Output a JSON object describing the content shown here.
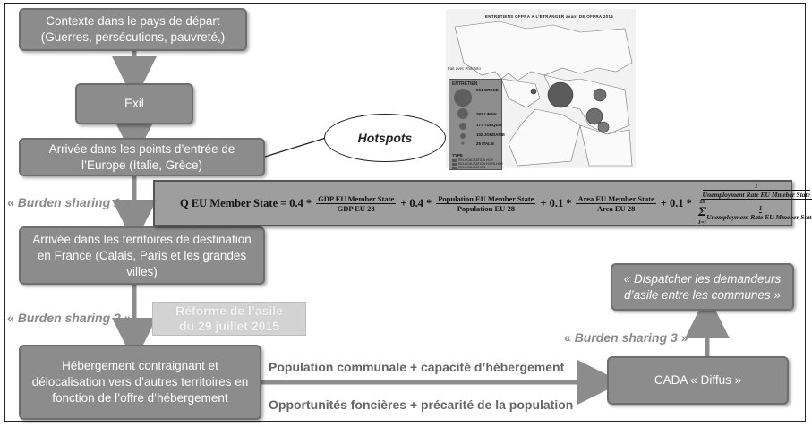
{
  "boxes": {
    "context": "Contexte dans le pays de départ\n(Guerres, persécutions, pauvreté,)",
    "exil": "Exil",
    "arrivee_europe": "Arrivée dans les points d’entrée  de\nl’Europe (Italie, Grèce)",
    "arrivee_france": "Arrivée dans les territoires de destination\nen France (Calais, Paris et les grandes\nvilles)",
    "hebergement": "Hébergement contraignant et\ndélocalisation vers d’autres territoires en\nfonction de l’offre d’hébergement",
    "cada": "CADA « Diffus »",
    "dispatcher": "« Dispatcher les demandeurs\nd’asile entre les communes »"
  },
  "hotspots": "Hotspots",
  "burden": {
    "bs1_open": "« ",
    "bs1_text": "Burden sharing 1",
    "bs1_close": " »",
    "bs2_open": "« ",
    "bs2_text": "Burden sharing 2",
    "bs2_close": " »",
    "bs3_open": "« ",
    "bs3_text": "Burden sharing 3",
    "bs3_close": " »"
  },
  "reforme": "Réforme de l’asile\ndu 29 juillet 2015",
  "connector": {
    "top": "Population communale + capacité d’hébergement",
    "bottom": "Opportunités foncières + précarité de la population"
  },
  "formula": {
    "lhs": "Q EU Member State",
    "eq": "=",
    "c1": "0.4",
    "f1_num": "GDP EU Member State",
    "f1_den": "GDP EU 28",
    "c2": "0.4",
    "f2_num": "Population EU Member State",
    "f2_den": "Population EU 28",
    "c3": "0.1",
    "f3_num": "Area EU Member State",
    "f3_den": "Area EU 28",
    "c4": "0.1",
    "f4_num_top": "1",
    "f4_num_bottom": "Unemployment Rate EU Mmeber State",
    "sigma": "Σ",
    "sigma_sup": "28",
    "sigma_sub": "1=1",
    "f4_den_inner_num": "1",
    "f4_den_inner_den": "Unemployment Rate EU Mmeber State",
    "op_times": "*",
    "op_plus": "+"
  },
  "map": {
    "title": "ENTRETIENS OFPRA A L’ETRANGER avant DE OFPRA 2016",
    "subtitle": "Fait avec Philcarto",
    "legend_title": "ENTRETIEN",
    "legend_items": [
      "904 GRECE",
      "293 LIBAN",
      "177 TURQUIE",
      "102 JORDANIE",
      "25 ITALIE"
    ],
    "type_label": "TYPE",
    "type_items": [
      "RELOCALISATION HCR",
      "RELOCALISATION HORS HCR",
      "RELOCALISATION"
    ],
    "bubble_color": "#5a5a5a"
  },
  "colors": {
    "box": "#8c8c8c",
    "arrow": "#8c8c8c",
    "frame": "#222222"
  }
}
